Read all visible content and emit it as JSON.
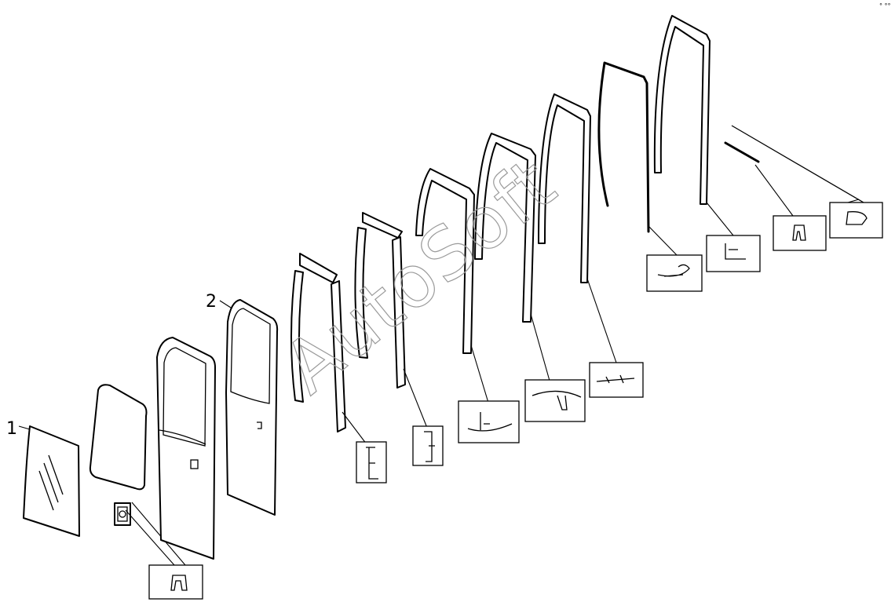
{
  "diagram": {
    "callouts": [
      {
        "label": "1"
      },
      {
        "label": "2"
      }
    ],
    "watermark": "AutoSoft",
    "corner_mark": "° °°"
  }
}
